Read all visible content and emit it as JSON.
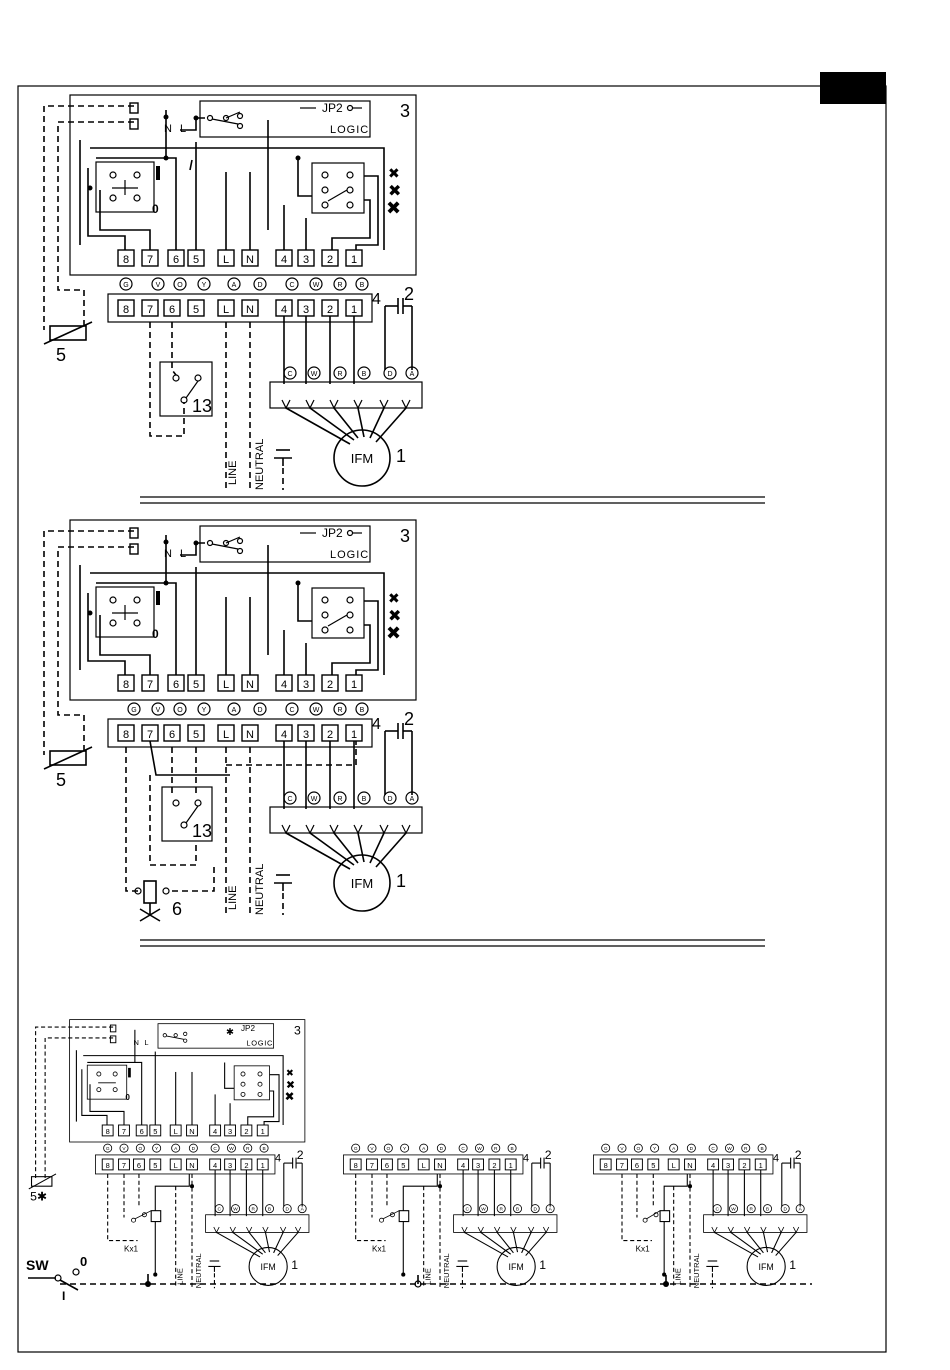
{
  "page": {
    "corner_tab_color": "#000000"
  },
  "terminals": {
    "board_numbers": [
      "8",
      "7",
      "6",
      "5",
      "L",
      "N",
      "4",
      "3",
      "2",
      "1"
    ],
    "letters": [
      "G",
      "V",
      "O",
      "Y",
      "A",
      "D",
      "C",
      "W",
      "R",
      "B"
    ]
  },
  "motor_plug_letters": [
    "C",
    "W",
    "R",
    "B",
    "D",
    "A"
  ],
  "logic": {
    "jumper": "JP2",
    "label": "LOGIC",
    "n": "N",
    "l": "L",
    "zero": "0"
  },
  "callouts": {
    "c1": "1",
    "c2": "2",
    "c3": "3",
    "c4": "4",
    "c5": "5",
    "c5x": "5✱",
    "c6": "6",
    "c13": "13",
    "star": "✱"
  },
  "motor_label": "IFM",
  "supply": {
    "line": "LINE",
    "neutral": "NEUTRAL"
  },
  "relay_label": "Kx1",
  "switch": {
    "label": "SW",
    "off": "0",
    "on": "I"
  }
}
